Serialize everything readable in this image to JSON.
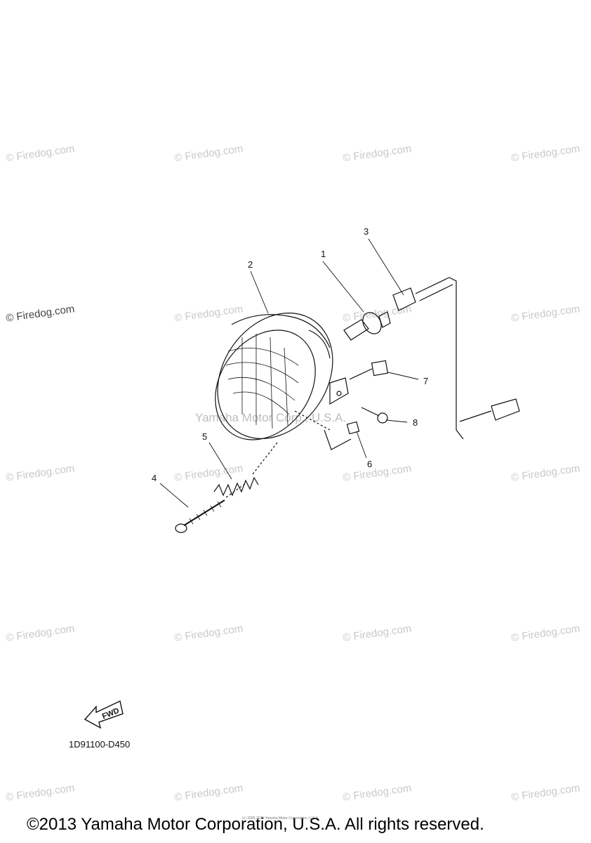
{
  "watermarks": {
    "firedog": "© Firedog.com",
    "yamaha_center": "Yamaha Motor Corp., U.S.A."
  },
  "callouts": [
    "1",
    "2",
    "3",
    "4",
    "5",
    "6",
    "7",
    "8"
  ],
  "fwd_label": "FWD",
  "diagram_code": "1D91100-D450",
  "copyright": "©2013 Yamaha Motor Corporation, U.S.A. All rights reserved.",
  "tiny_copyright": "(c) 2005-2015 Yamaha Motor Corporation, U.S.A."
}
